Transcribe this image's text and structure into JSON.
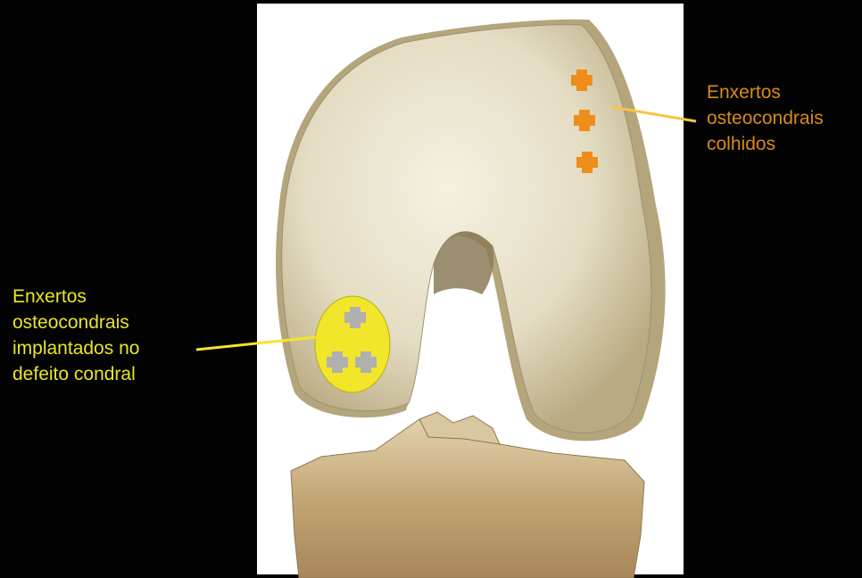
{
  "annotations": {
    "harvested": {
      "lines": [
        "Enxertos",
        "osteocondrais",
        "colhidos"
      ],
      "color": "#d98a1c"
    },
    "implanted": {
      "lines": [
        "Enxertos",
        "osteocondrais",
        "implantados no",
        "defeito condral"
      ],
      "color": "#e8e52a"
    }
  },
  "colors": {
    "background": "#030303",
    "bone": "#e9e5cf",
    "bone_shadow": "#b8ab83",
    "tibia": "#c9b48a",
    "harvest_plug": "#f08c1a",
    "defect_ellipse": "#f2e62a",
    "implant_plug": "#b0b0b0"
  },
  "figure": {
    "harvest_plug_count": 3,
    "implant_plug_count": 3
  }
}
